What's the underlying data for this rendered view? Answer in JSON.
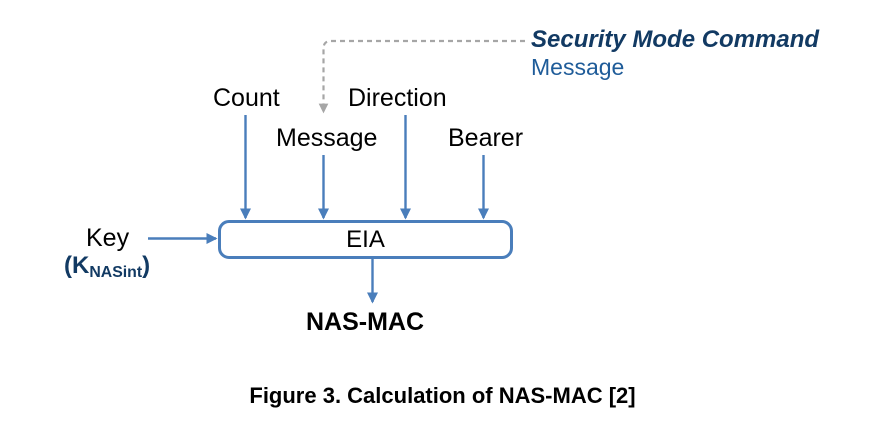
{
  "figure": {
    "caption": "Figure 3. Calculation of NAS-MAC [2]",
    "process_box": {
      "label": "EIA"
    },
    "inputs": {
      "count": "Count",
      "message": "Message",
      "direction": "Direction",
      "bearer": "Bearer",
      "key": "Key",
      "key_open_paren": "(K",
      "key_subscript": "NASint",
      "key_close_paren": ")"
    },
    "output": {
      "label": "NAS-MAC"
    },
    "annotation": {
      "title": "Security Mode Command",
      "subtitle": "Message"
    },
    "colors": {
      "arrow_blue": "#4A7EBB",
      "box_border": "#4A7EBB",
      "dashed_gray": "#A6A6A6",
      "annotation_title": "#123A63",
      "annotation_subtitle": "#1F5C99",
      "key_subscript": "#123A63",
      "text_black": "#000000",
      "background": "#FFFFFF"
    }
  }
}
